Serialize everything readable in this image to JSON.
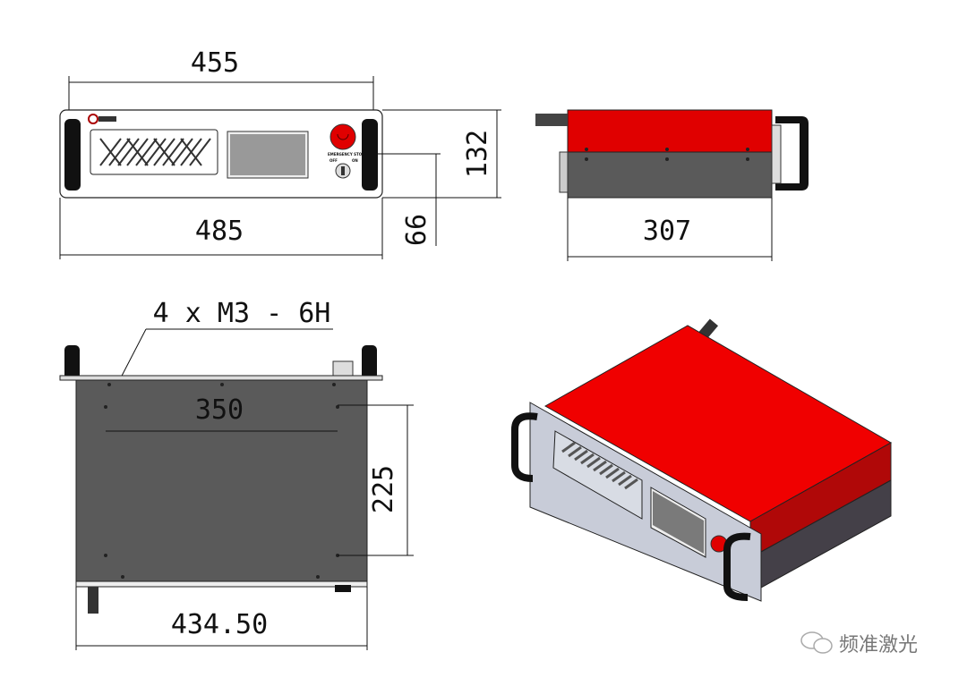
{
  "title": "Laser source dimension drawing",
  "colors": {
    "red": "#e00000",
    "dark_gray": "#5a5a5a",
    "panel": "#e8ecf2",
    "screen": "#8a8a8a"
  },
  "front_view": {
    "dim_top": "455",
    "dim_bottom": "485",
    "dim_height": "132",
    "dim_offset": "66",
    "estop_label": "EMERGENCY STOP",
    "key_off": "OFF",
    "key_on": "ON"
  },
  "side_view": {
    "dim_depth": "307"
  },
  "bottom_view": {
    "note": "4 x M3 - 6H",
    "dim_hole_width": "350",
    "dim_hole_depth": "225",
    "dim_body_width": "434.50"
  },
  "watermark": {
    "text": "频准激光",
    "icon": "wechat-icon"
  }
}
